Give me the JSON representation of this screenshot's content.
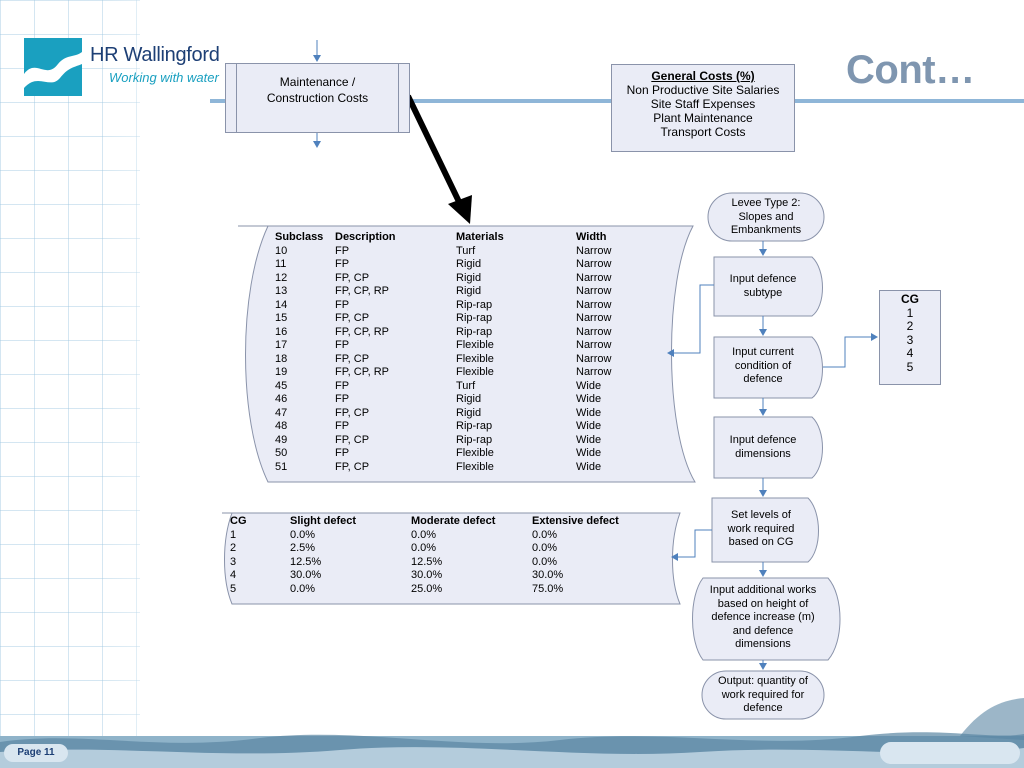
{
  "slide": {
    "title": "Cont…",
    "page_label": "Page 11",
    "brand": {
      "name": "HR Wallingford",
      "tagline": "Working with water"
    }
  },
  "process_box": {
    "label_line1": "Maintenance /",
    "label_line2": "Construction Costs"
  },
  "general_costs": {
    "heading": "General Costs (%)",
    "items": [
      "Non Productive Site Salaries",
      "Site Staff Expenses",
      "Plant Maintenance",
      "Transport Costs"
    ]
  },
  "flow": {
    "start": [
      "Levee Type 2:",
      "Slopes and",
      "Embankments"
    ],
    "step_subtype": [
      "Input defence",
      "subtype"
    ],
    "step_condition": [
      "Input current",
      "condition of",
      "defence"
    ],
    "step_dimensions": [
      "Input defence",
      "dimensions"
    ],
    "step_levels": [
      "Set levels of",
      "work required",
      "based on  CG"
    ],
    "step_additional": [
      "Input additional works",
      "based on height of",
      "defence increase (m)",
      "and defence",
      "dimensions"
    ],
    "end": [
      "Output: quantity of",
      "work required for",
      "defence"
    ]
  },
  "cg_box": {
    "heading": "CG",
    "values": [
      "1",
      "2",
      "3",
      "4",
      "5"
    ]
  },
  "subclass_table": {
    "headers": [
      "Subclass",
      "Description",
      "Materials",
      "Width"
    ],
    "rows": [
      [
        "10",
        "FP",
        "Turf",
        "Narrow"
      ],
      [
        "11",
        "FP",
        "Rigid",
        "Narrow"
      ],
      [
        "12",
        "FP, CP",
        "Rigid",
        "Narrow"
      ],
      [
        "13",
        "FP, CP, RP",
        "Rigid",
        "Narrow"
      ],
      [
        "14",
        "FP",
        "Rip-rap",
        "Narrow"
      ],
      [
        "15",
        "FP, CP",
        "Rip-rap",
        "Narrow"
      ],
      [
        "16",
        "FP, CP, RP",
        "Rip-rap",
        "Narrow"
      ],
      [
        "17",
        "FP",
        "Flexible",
        "Narrow"
      ],
      [
        "18",
        "FP, CP",
        "Flexible",
        "Narrow"
      ],
      [
        "19",
        "FP, CP, RP",
        "Flexible",
        "Narrow"
      ],
      [
        "45",
        "FP",
        "Turf",
        "Wide"
      ],
      [
        "46",
        "FP",
        "Rigid",
        "Wide"
      ],
      [
        "47",
        "FP, CP",
        "Rigid",
        "Wide"
      ],
      [
        "48",
        "FP",
        "Rip-rap",
        "Wide"
      ],
      [
        "49",
        "FP, CP",
        "Rip-rap",
        "Wide"
      ],
      [
        "50",
        "FP",
        "Flexible",
        "Wide"
      ],
      [
        "51",
        "FP, CP",
        "Flexible",
        "Wide"
      ]
    ]
  },
  "defect_table": {
    "headers": [
      "CG",
      "Slight defect",
      "Moderate defect",
      "Extensive defect"
    ],
    "rows": [
      [
        "1",
        "0.0%",
        "0.0%",
        "0.0%"
      ],
      [
        "2",
        "2.5%",
        "0.0%",
        "0.0%"
      ],
      [
        "3",
        "12.5%",
        "12.5%",
        "0.0%"
      ],
      [
        "4",
        "30.0%",
        "30.0%",
        "30.0%"
      ],
      [
        "5",
        "0.0%",
        "25.0%",
        "75.0%"
      ]
    ]
  },
  "colors": {
    "title": "#7f96b0",
    "box_fill": "#eaecf6",
    "box_stroke": "#8a93aa",
    "connector": "#4f81bd",
    "brand_navy": "#1d3f75",
    "brand_teal": "#1aa0c0"
  }
}
